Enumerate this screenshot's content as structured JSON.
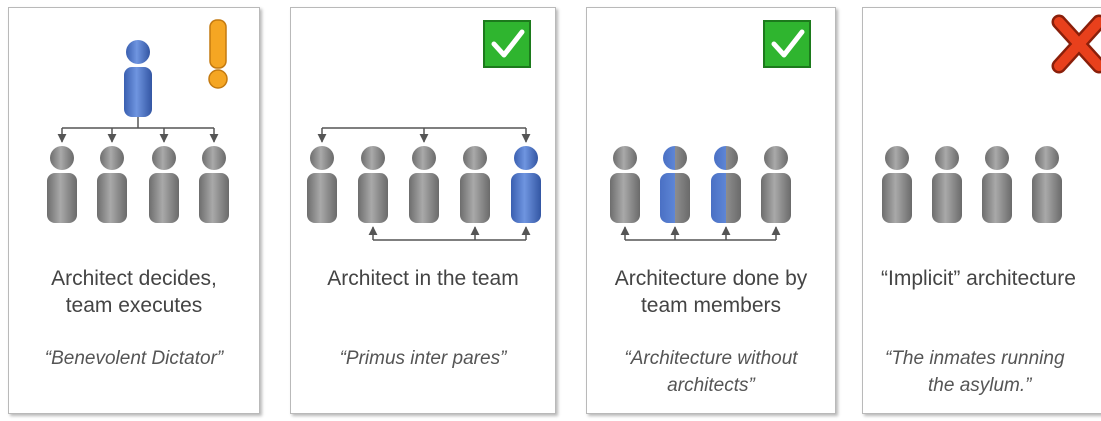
{
  "panels": [
    {
      "caption_line1": "Architect decides,",
      "caption_line2": "team executes",
      "quote_line1": "“Benevolent Dictator”",
      "quote_line2": "",
      "indicator": "exclamation-icon",
      "indicator_color": "#f5a623"
    },
    {
      "caption_line1": "Architect in the team",
      "caption_line2": "",
      "quote_line1": "“Primus inter pares”",
      "quote_line2": "",
      "indicator": "checkmark-icon",
      "indicator_color": "#2fb52f"
    },
    {
      "caption_line1": "Architecture done by",
      "caption_line2": "team members",
      "quote_line1": "“Architecture without",
      "quote_line2": "architects”",
      "indicator": "checkmark-icon",
      "indicator_color": "#2fb52f"
    },
    {
      "caption_line1": "“Implicit” architecture",
      "caption_line2": "",
      "quote_line1": "“The inmates running",
      "quote_line2": "the asylum.”",
      "indicator": "cross-icon",
      "indicator_color": "#e8401c"
    }
  ],
  "colors": {
    "member_gray": "#8a8a8a",
    "architect_blue": "#4a74c9",
    "arrow": "#555555"
  }
}
